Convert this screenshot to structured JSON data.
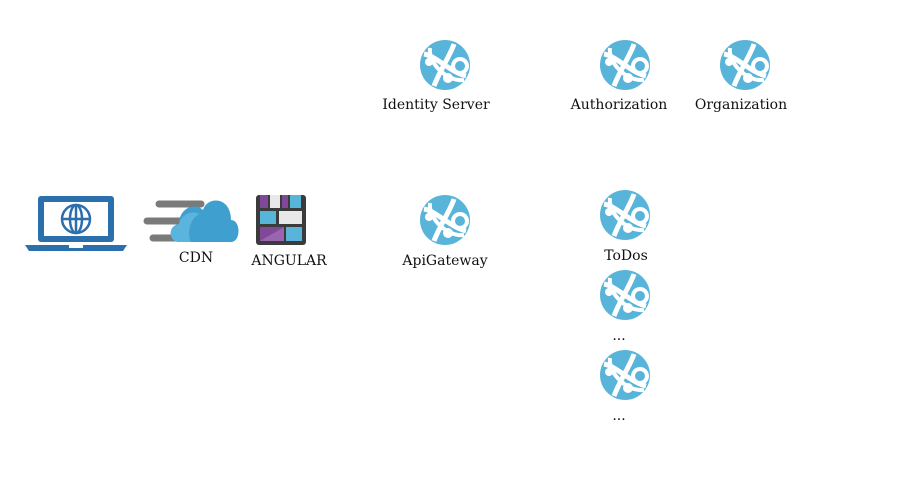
{
  "nodes": {
    "client": {
      "label": "",
      "icon": "laptop-globe-icon"
    },
    "cdn": {
      "label": "CDN",
      "icon": "cdn-cloud-icon"
    },
    "angular": {
      "label": "ANGULAR",
      "icon": "web-app-icon"
    },
    "identity_server": {
      "label": "Identity Server",
      "icon": "app-service-icon"
    },
    "authorization": {
      "label": "Authorization",
      "icon": "app-service-icon"
    },
    "organization": {
      "label": "Organization",
      "icon": "app-service-icon"
    },
    "api_gateway": {
      "label": "ApiGateway",
      "icon": "app-service-icon"
    },
    "todos": {
      "label": "ToDos",
      "icon": "app-service-icon"
    },
    "service_more_1": {
      "label": "...",
      "icon": "app-service-icon"
    },
    "service_more_2": {
      "label": "...",
      "icon": "app-service-icon"
    }
  },
  "colors": {
    "laptop": "#2c6fad",
    "cdn_cloud": "#3f9fcf",
    "cdn_streaks": "#7a7a7a",
    "app_service": "#59b4d9",
    "web_frame": "#3b3b3b",
    "web_purple": "#804998",
    "web_blue": "#59b4d9"
  }
}
